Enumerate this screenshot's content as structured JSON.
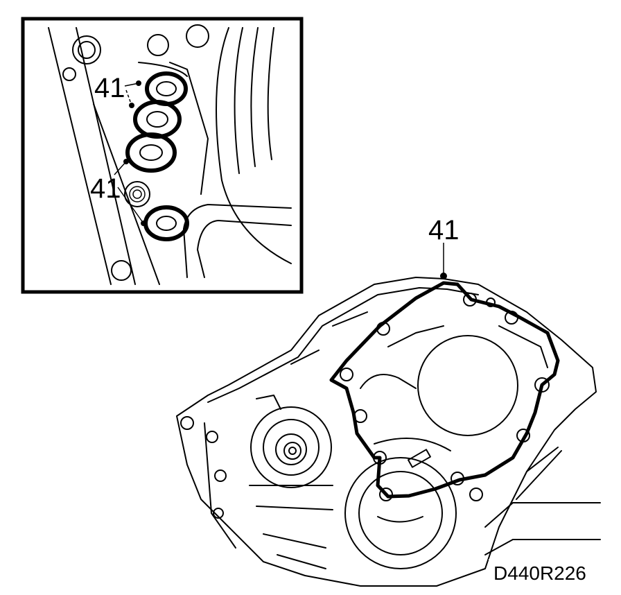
{
  "figure": {
    "callouts": {
      "inset_upper": "41",
      "inset_lower": "41",
      "main_gasket": "41"
    },
    "drawing_code": "D440R226"
  }
}
